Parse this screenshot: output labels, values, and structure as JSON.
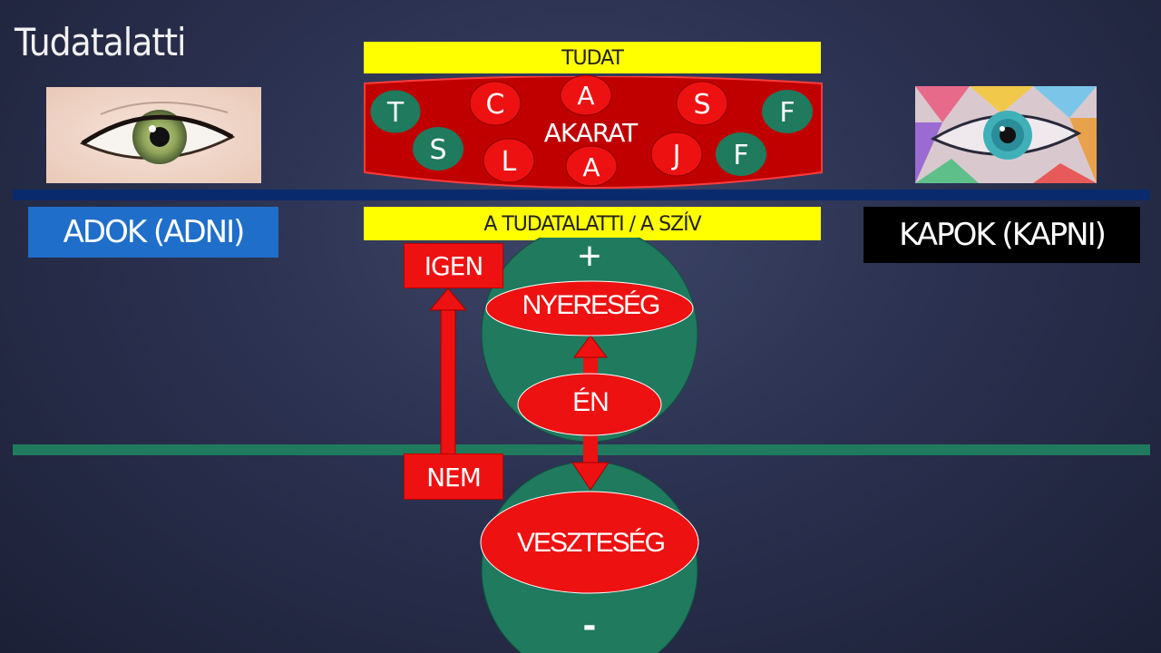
{
  "title": "Tudatalatti",
  "top_bar": "TUDAT",
  "akarat": {
    "center": "AKARAT",
    "letters": [
      "T",
      "S",
      "C",
      "L",
      "A",
      "A",
      "S",
      "J",
      "F",
      "F"
    ]
  },
  "middle_bar": "A TUDATALATTI / A SZÍV",
  "left_label": "ADOK (ADNI)",
  "right_label": "KAPOK (KAPNI)",
  "yes_label": "IGEN",
  "no_label": "NEM",
  "plus_sign": "+",
  "minus_sign": "-",
  "gain": "NYERESÉG",
  "self": "ÉN",
  "loss": "VESZTESÉG",
  "colors": {
    "yellow": "#ffff00",
    "red": "#ee1111",
    "dark_red": "#c00000",
    "green": "#1f7a5e",
    "blue_box": "#1f6ec9",
    "black_box": "#000000",
    "line_blue": "#0a2a6e"
  }
}
